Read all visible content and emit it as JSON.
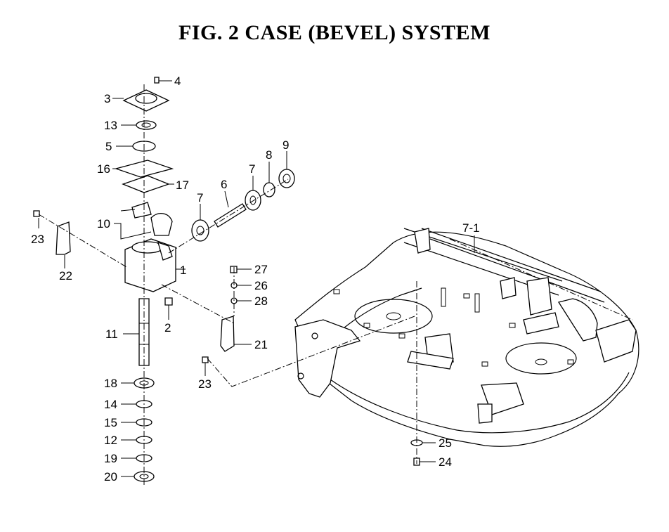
{
  "title": "FIG.  2  CASE (BEVEL) SYSTEM",
  "labels": [
    "4",
    "3",
    "13",
    "5",
    "16",
    "17",
    "6",
    "7",
    "8",
    "9",
    "7",
    "10",
    "23",
    "22",
    "1",
    "2",
    "11",
    "27",
    "26",
    "28",
    "21",
    "23",
    "18",
    "14",
    "15",
    "12",
    "19",
    "20",
    "7-1",
    "25",
    "24"
  ]
}
